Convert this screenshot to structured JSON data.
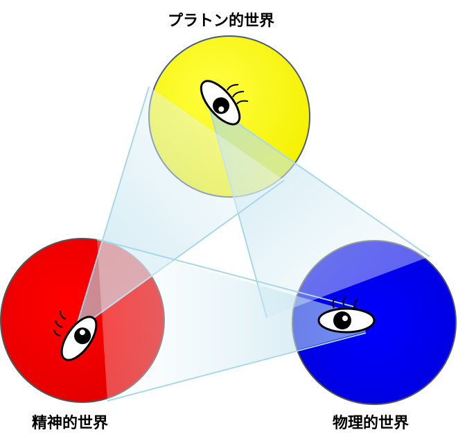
{
  "labels": {
    "platonic": "プラトン的世界",
    "mental": "精神的世界",
    "physical": "物理的世界"
  },
  "colors": {
    "platonic_world": "#ffff00",
    "mental_world": "#ff0000",
    "physical_world": "#0000ff",
    "beam": "#a8d8e8",
    "circle_outline": "#4a5a7a"
  },
  "icons": [
    "eye-icon",
    "eye-icon",
    "eye-icon"
  ]
}
